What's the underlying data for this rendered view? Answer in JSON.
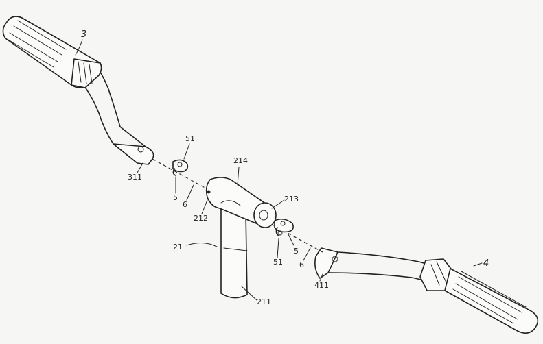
{
  "labels": {
    "l3": "3",
    "l4": "4",
    "l311": "311",
    "l411": "411",
    "l51a": "51",
    "l51b": "51",
    "l5a": "5",
    "l5b": "5",
    "l6a": "6",
    "l6b": "6",
    "l214": "214",
    "l213": "213",
    "l212": "212",
    "l21": "21",
    "l211": "211"
  }
}
